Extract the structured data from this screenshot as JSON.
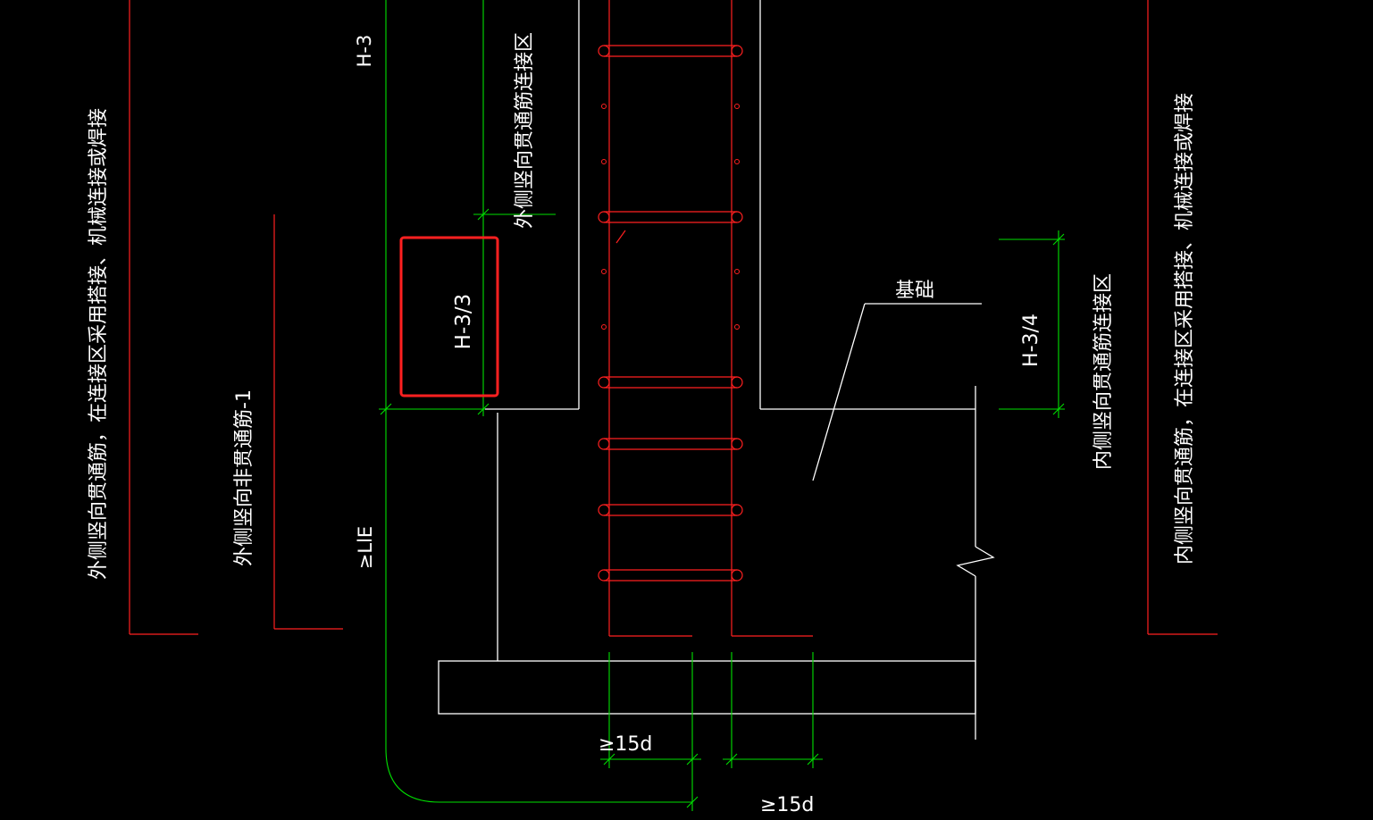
{
  "labels": {
    "outer_vert_through": "外侧竖向贯通筋，在连接区采用搭接、机械连接或焊接",
    "outer_vert_nonthrough": "外侧竖向非贯通筋-1",
    "outer_through_zone": "外侧竖向贯通筋连接区",
    "h3_top": "H-3",
    "h3_over_3": "H-3/3",
    "lle": "≥LlE",
    "foundation": "基础",
    "h3_over_4": "H-3/4",
    "inner_through_zone": "内侧竖向贯通筋连接区",
    "inner_vert_through": "内侧竖向贯通筋，在连接区采用搭接、机械连接或焊接",
    "d15_left": "≥15d",
    "d15_right": "≥15d"
  },
  "colors": {
    "background": "#000000",
    "structure_line": "#ffffff",
    "rebar": "#ff2020",
    "dimension": "#00e000",
    "highlight_box": "#ff2020"
  }
}
